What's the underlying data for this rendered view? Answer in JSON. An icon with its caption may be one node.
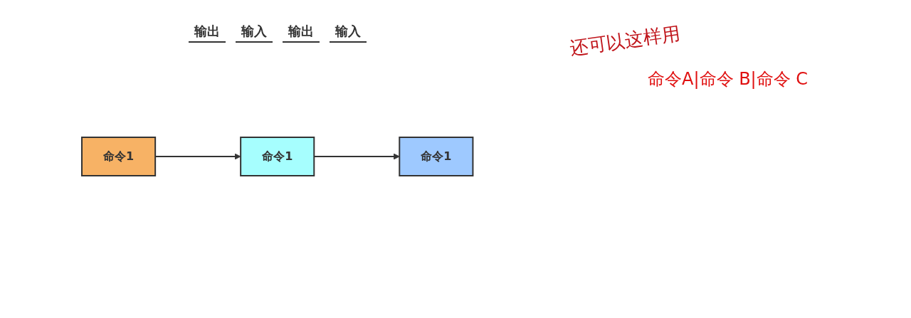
{
  "diagram": {
    "nodes": [
      {
        "text": [
          "命令1"
        ]
      },
      {
        "text": [
          "命令1"
        ]
      },
      {
        "text": [
          "命令1"
        ]
      }
    ],
    "edges": [
      {
        "from": 0,
        "to": 1,
        "arrow": "to"
      },
      {
        "from": 1,
        "to": 2,
        "arrow": "to"
      }
    ],
    "labels": [
      "输出",
      "输入",
      "输出",
      "输入",
      "还可以这样用",
      "命令A|命令 B|命令 C"
    ]
  }
}
